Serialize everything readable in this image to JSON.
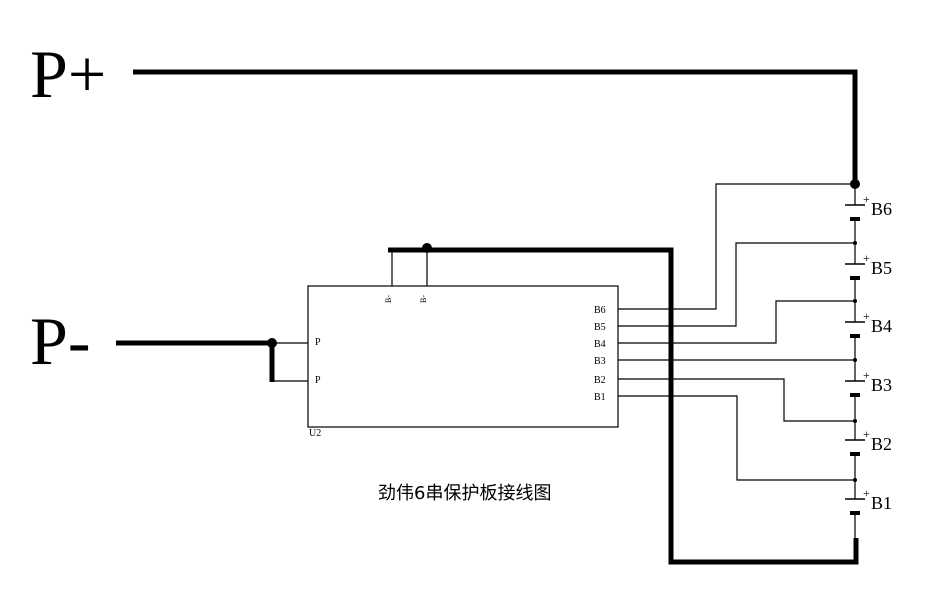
{
  "terminals": {
    "p_plus": "P+",
    "p_minus": "P-"
  },
  "ic": {
    "ref": "U2",
    "left_pins": [
      "P",
      "P"
    ],
    "top_pins": [
      "B-",
      "B-"
    ],
    "right_pins": [
      "B6",
      "B5",
      "B4",
      "B3",
      "B2",
      "B1"
    ]
  },
  "cells": [
    "B6",
    "B5",
    "B4",
    "B3",
    "B2",
    "B1"
  ],
  "cell_polarity": "+",
  "caption": "劲伟6串保护板接线图"
}
